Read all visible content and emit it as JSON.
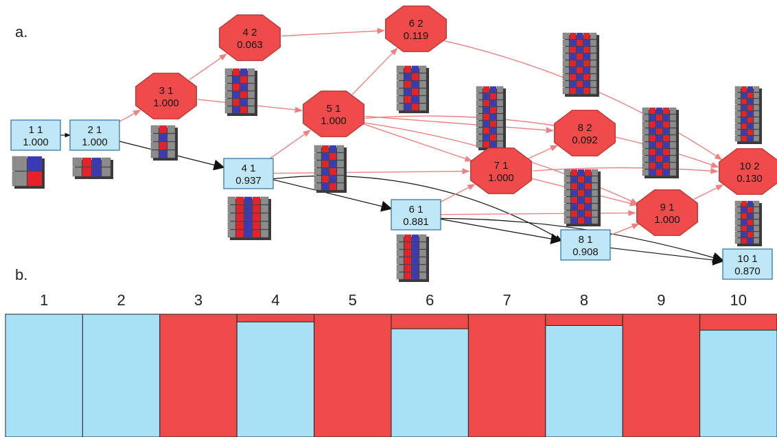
{
  "panel_labels": {
    "a": "a.",
    "b": "b."
  },
  "colors": {
    "box_fill": "#bfe7f7",
    "box_stroke": "#2a6fa0",
    "octagon_fill": "#ef4b4b",
    "octagon_stroke": "#b52a2a",
    "edge_black": "#111111",
    "edge_red": "#f08080",
    "bar_blue": "#a8e0f5",
    "bar_red": "#ef4a4a",
    "cube_red": "#e8202a",
    "cube_blue": "#3a3ab8",
    "cube_gray": "#8c8c8c"
  },
  "nodes": [
    {
      "id": "1-1",
      "line1": "1 1",
      "line2": "1.000",
      "shape": "box"
    },
    {
      "id": "2-1",
      "line1": "2 1",
      "line2": "1.000",
      "shape": "box"
    },
    {
      "id": "3-1",
      "line1": "3 1",
      "line2": "1.000",
      "shape": "octagon"
    },
    {
      "id": "4-2",
      "line1": "4 2",
      "line2": "0.063",
      "shape": "octagon"
    },
    {
      "id": "4-1",
      "line1": "4 1",
      "line2": "0.937",
      "shape": "box"
    },
    {
      "id": "5-1",
      "line1": "5 1",
      "line2": "1.000",
      "shape": "octagon"
    },
    {
      "id": "6-2",
      "line1": "6 2",
      "line2": "0.119",
      "shape": "octagon"
    },
    {
      "id": "6-1",
      "line1": "6 1",
      "line2": "0.881",
      "shape": "box"
    },
    {
      "id": "7-1",
      "line1": "7 1",
      "line2": "1.000",
      "shape": "octagon"
    },
    {
      "id": "8-2",
      "line1": "8 2",
      "line2": "0.092",
      "shape": "octagon"
    },
    {
      "id": "8-1",
      "line1": "8 1",
      "line2": "0.908",
      "shape": "box"
    },
    {
      "id": "9-1",
      "line1": "9 1",
      "line2": "1.000",
      "shape": "octagon"
    },
    {
      "id": "10-2",
      "line1": "10 2",
      "line2": "0.130",
      "shape": "octagon"
    },
    {
      "id": "10-1",
      "line1": "10 1",
      "line2": "0.870",
      "shape": "box"
    }
  ],
  "edges": [
    {
      "from": "1-1",
      "to": "2-1",
      "color": "black",
      "weight": "light"
    },
    {
      "from": "2-1",
      "to": "3-1",
      "color": "red"
    },
    {
      "from": "2-1",
      "to": "4-1",
      "color": "black",
      "weight": "heavy"
    },
    {
      "from": "3-1",
      "to": "4-2",
      "color": "red"
    },
    {
      "from": "3-1",
      "to": "5-1",
      "color": "red"
    },
    {
      "from": "4-2",
      "to": "6-2",
      "color": "red"
    },
    {
      "from": "4-1",
      "to": "5-1",
      "color": "red"
    },
    {
      "from": "4-1",
      "to": "7-1",
      "color": "red"
    },
    {
      "from": "4-1",
      "to": "6-1",
      "color": "black",
      "weight": "heavy"
    },
    {
      "from": "4-1",
      "to": "8-1",
      "color": "black",
      "weight": "light"
    },
    {
      "from": "5-1",
      "to": "6-2",
      "color": "red"
    },
    {
      "from": "5-1",
      "to": "7-1",
      "color": "red"
    },
    {
      "from": "5-1",
      "to": "8-2",
      "color": "red"
    },
    {
      "from": "5-1",
      "to": "9-1",
      "color": "red"
    },
    {
      "from": "5-1",
      "to": "10-2",
      "color": "red"
    },
    {
      "from": "6-2",
      "to": "10-2",
      "color": "red"
    },
    {
      "from": "6-1",
      "to": "7-1",
      "color": "red"
    },
    {
      "from": "6-1",
      "to": "9-1",
      "color": "red"
    },
    {
      "from": "6-1",
      "to": "8-1",
      "color": "black",
      "weight": "heavy"
    },
    {
      "from": "6-1",
      "to": "10-1",
      "color": "black",
      "weight": "heavy"
    },
    {
      "from": "7-1",
      "to": "8-2",
      "color": "red"
    },
    {
      "from": "7-1",
      "to": "9-1",
      "color": "red"
    },
    {
      "from": "7-1",
      "to": "10-2",
      "color": "red"
    },
    {
      "from": "8-1",
      "to": "9-1",
      "color": "red"
    },
    {
      "from": "8-1",
      "to": "10-1",
      "color": "black",
      "weight": "heavy"
    },
    {
      "from": "9-1",
      "to": "10-2",
      "color": "red"
    }
  ],
  "bars": [
    {
      "label": "1",
      "blue_fraction": 1.0
    },
    {
      "label": "2",
      "blue_fraction": 1.0
    },
    {
      "label": "3",
      "blue_fraction": 0.0
    },
    {
      "label": "4",
      "blue_fraction": 0.937
    },
    {
      "label": "5",
      "blue_fraction": 0.0
    },
    {
      "label": "6",
      "blue_fraction": 0.881
    },
    {
      "label": "7",
      "blue_fraction": 0.0
    },
    {
      "label": "8",
      "blue_fraction": 0.908
    },
    {
      "label": "9",
      "blue_fraction": 0.0
    },
    {
      "label": "10",
      "blue_fraction": 0.87
    }
  ]
}
